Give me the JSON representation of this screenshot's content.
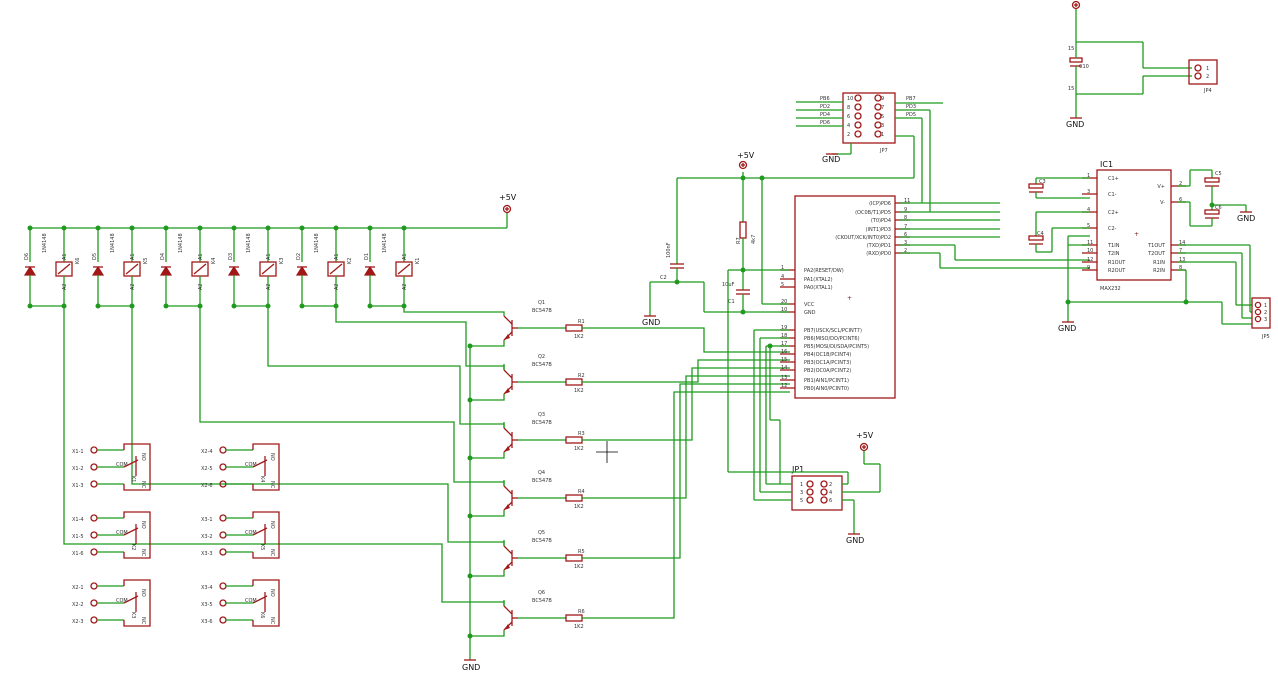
{
  "supply": {
    "vcc": "+5V",
    "gnd": "GND"
  },
  "relays": [
    {
      "ref": "K6",
      "a1": "A1",
      "a2": "A2"
    },
    {
      "ref": "K5",
      "a1": "A1",
      "a2": "A2"
    },
    {
      "ref": "K4",
      "a1": "A1",
      "a2": "A2"
    },
    {
      "ref": "K3",
      "a1": "A1",
      "a2": "A2"
    },
    {
      "ref": "K2",
      "a1": "A1",
      "a2": "A2"
    },
    {
      "ref": "K1",
      "a1": "A1",
      "a2": "A2"
    }
  ],
  "diodes": [
    {
      "ref": "D6",
      "part": "1N4148"
    },
    {
      "ref": "D5",
      "part": "1N4148"
    },
    {
      "ref": "D4",
      "part": "1N4148"
    },
    {
      "ref": "D3",
      "part": "1N4148"
    },
    {
      "ref": "D2",
      "part": "1N4148"
    },
    {
      "ref": "D1",
      "part": "1N4148"
    }
  ],
  "transistors": [
    {
      "ref": "Q1",
      "part": "BC547B",
      "res": "R1",
      "val": "1K2"
    },
    {
      "ref": "Q2",
      "part": "BC547B",
      "res": "R2",
      "val": "1K2"
    },
    {
      "ref": "Q3",
      "part": "BC547B",
      "res": "R3",
      "val": "1K2"
    },
    {
      "ref": "Q4",
      "part": "BC547B",
      "res": "R4",
      "val": "1K2"
    },
    {
      "ref": "Q5",
      "part": "BC547B",
      "res": "R5",
      "val": "1K2"
    },
    {
      "ref": "Q6",
      "part": "BC547B",
      "res": "R6",
      "val": "1K2"
    }
  ],
  "contacts": [
    {
      "ref": "K1",
      "pins": [
        "X1-1",
        "X1-2",
        "X1-3"
      ]
    },
    {
      "ref": "K4",
      "pins": [
        "X2-4",
        "X2-5",
        "X2-6"
      ]
    },
    {
      "ref": "K2",
      "pins": [
        "X1-4",
        "X1-5",
        "X1-6"
      ]
    },
    {
      "ref": "K5",
      "pins": [
        "X3-1",
        "X3-2",
        "X3-3"
      ]
    },
    {
      "ref": "K3",
      "pins": [
        "X2-1",
        "X2-2",
        "X2-3"
      ]
    },
    {
      "ref": "K6",
      "pins": [
        "X3-4",
        "X3-5",
        "X3-6"
      ]
    }
  ],
  "contact_labels": {
    "com": "COM",
    "no": "NO",
    "nc": "NC"
  },
  "mcu": {
    "left_pins": [
      {
        "num": "1",
        "name": "PA2(RESET/DW)"
      },
      {
        "num": "4",
        "name": "PA1(XTAL2)"
      },
      {
        "num": "5",
        "name": "PA0(XTAL1)"
      },
      {
        "num": "20",
        "name": "VCC"
      },
      {
        "num": "10",
        "name": "GND"
      },
      {
        "num": "19",
        "name": "PB7(USCK/SCL/PCINT7)"
      },
      {
        "num": "18",
        "name": "PB6(MISO/DO/PCINT6)"
      },
      {
        "num": "17",
        "name": "PB5(MOSI/DI/SDA/PCINT5)"
      },
      {
        "num": "16",
        "name": "PB4(OC1B/PCINT4)"
      },
      {
        "num": "15",
        "name": "PB3(OC1A/PCINT3)"
      },
      {
        "num": "14",
        "name": "PB2(OC0A/PCINT2)"
      },
      {
        "num": "13",
        "name": "PB1(AIN1/PCINT1)"
      },
      {
        "num": "12",
        "name": "PB0(AIN0/PCINT0)"
      }
    ],
    "right_pins": [
      {
        "num": "11",
        "name": "(ICP)PD6"
      },
      {
        "num": "9",
        "name": "(OC0B/T1)PD5"
      },
      {
        "num": "8",
        "name": "(T0)PD4"
      },
      {
        "num": "7",
        "name": "(INT1)PD3"
      },
      {
        "num": "6",
        "name": "(CKOUT/XCK/INT0)PD2"
      },
      {
        "num": "3",
        "name": "(TXD)PD1"
      },
      {
        "num": "2",
        "name": "(RXD)PD0"
      }
    ]
  },
  "reset": {
    "r": "R7",
    "r_val": "4k7",
    "c1": "C1",
    "c1_val": "10uF",
    "c2": "C2",
    "c2_val": "100nF"
  },
  "header_top": {
    "ref": "JP7",
    "left_nets": [
      "PB6",
      "PD2",
      "PD4",
      "PD6"
    ],
    "right_nets": [
      "PB7",
      "PD3",
      "PD5"
    ],
    "left_pins": [
      "10",
      "8",
      "6",
      "4",
      "2"
    ],
    "right_pins": [
      "9",
      "7",
      "5",
      "3",
      "1"
    ]
  },
  "header_isp": {
    "ref": "JP1",
    "pins": [
      "1",
      "3",
      "5",
      "2",
      "4",
      "6"
    ]
  },
  "max232": {
    "ref": "IC1",
    "part": "MAX232",
    "left_pins": [
      {
        "num": "1",
        "name": "C1+"
      },
      {
        "num": "3",
        "name": "C1-"
      },
      {
        "num": "4",
        "name": "C2+"
      },
      {
        "num": "5",
        "name": "C2-"
      },
      {
        "num": "11",
        "name": "T1IN"
      },
      {
        "num": "10",
        "name": "T2IN"
      },
      {
        "num": "12",
        "name": "R1OUT"
      },
      {
        "num": "9",
        "name": "R2OUT"
      }
    ],
    "right_pins": [
      {
        "num": "2",
        "name": "V+"
      },
      {
        "num": "6",
        "name": "V-"
      },
      {
        "num": "14",
        "name": "T1OUT"
      },
      {
        "num": "7",
        "name": "T2OUT"
      },
      {
        "num": "13",
        "name": "R1IN"
      },
      {
        "num": "8",
        "name": "R2IN"
      }
    ],
    "caps": [
      "C3",
      "C4",
      "C5",
      "C6"
    ]
  },
  "power_cap": {
    "ref": "C10",
    "pin_top": "15",
    "pin_bot": "15"
  },
  "jp4": {
    "ref": "JP4",
    "pins": [
      "1",
      "2"
    ]
  },
  "jp5": {
    "ref": "JP5",
    "pins": [
      "1",
      "2",
      "3"
    ]
  }
}
